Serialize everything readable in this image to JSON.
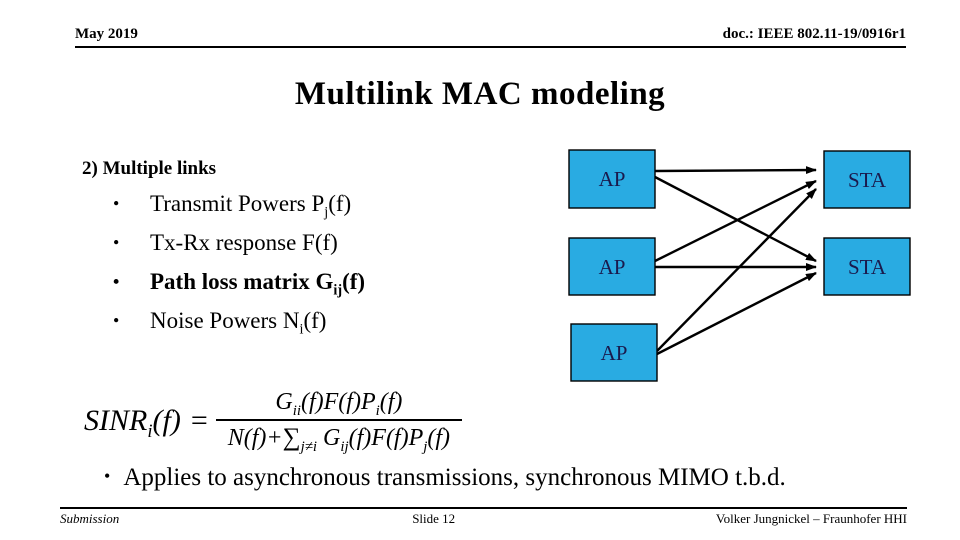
{
  "header": {
    "date": "May 2019",
    "doc": "doc.: IEEE 802.11-19/0916r1"
  },
  "title": "Multilink MAC modeling",
  "section": {
    "heading": "2) Multiple links",
    "bullet_char": "•",
    "items": [
      {
        "pre": "Transmit Powers P",
        "sub": "j",
        "post": "(f)"
      },
      {
        "pre": "Tx-Rx response F(f)",
        "sub": "",
        "post": ""
      },
      {
        "pre": "Path loss matrix G",
        "sub": "ij",
        "post": "(f)"
      },
      {
        "pre": "Noise Powers N",
        "sub": "i",
        "post": "(f)"
      }
    ]
  },
  "diagram": {
    "box_fill": "#29ABE2",
    "box_stroke": "#000000",
    "label_color": "#1A1A4D",
    "arrow_color": "#000000",
    "ap_labels": [
      "AP",
      "AP",
      "AP"
    ],
    "sta_labels": [
      "STA",
      "STA"
    ]
  },
  "formula": {
    "lhs_base": "SINR",
    "lhs_sub": "i",
    "lhs_arg": "(f)",
    "equals": "=",
    "num_t1": "G",
    "num_s1": "ii",
    "num_t2": "(f)F(f)P",
    "num_s2": "i",
    "num_t3": "(f)",
    "den_t1": "N(f)+",
    "den_sum": "∑",
    "den_sum_sub": "j≠i",
    "den_t2": " G",
    "den_s2": "ij",
    "den_t3": "(f)F(f)P",
    "den_s3": "j",
    "den_t4": "(f)"
  },
  "bottom_bullet": {
    "bullet_char": "•",
    "text": "Applies to asynchronous transmissions, synchronous MIMO t.b.d."
  },
  "footer": {
    "left": "Submission",
    "center": "Slide 12",
    "right": "Volker Jungnickel – Fraunhofer HHI"
  }
}
